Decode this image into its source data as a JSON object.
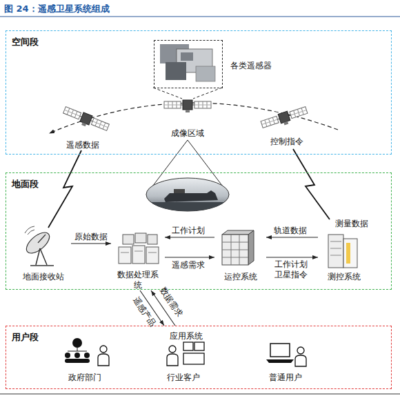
{
  "diagram": {
    "title": "图 24：遥感卫星系统组成",
    "nodes": [
      {
        "text": [
          "空间段"
        ]
      },
      {
        "text": [
          "各类遥感器"
        ],
        "in": 0
      },
      {
        "text": [
          "地面段"
        ]
      },
      {
        "text": [
          "地面接收站"
        ],
        "in": 2
      },
      {
        "text": [
          "数据处理系统"
        ],
        "in": 2
      },
      {
        "text": [
          "运控系统"
        ],
        "in": 2
      },
      {
        "text": [
          "测控系统"
        ],
        "in": 2
      },
      {
        "text": [
          "用户段"
        ]
      },
      {
        "text": [
          "政府部门"
        ],
        "in": 7
      },
      {
        "text": [
          "行业客户"
        ],
        "in": 7
      },
      {
        "text": [
          "普通用户"
        ],
        "in": 7
      }
    ],
    "edges": [
      {
        "from": 3,
        "to": 4,
        "label": "原始数据",
        "arrow": "to"
      },
      {
        "from": 5,
        "to": 4,
        "label": "工作计划",
        "arrow": "to"
      },
      {
        "from": 4,
        "to": 5,
        "label": "遥感需求",
        "arrow": "to"
      },
      {
        "from": 6,
        "to": 5,
        "label": "轨道数据",
        "arrow": "to"
      },
      {
        "from": 5,
        "to": 6,
        "label": "工作计划 卫星指令",
        "arrow": "to"
      },
      {
        "from": 4,
        "to": 7,
        "label": "遥感产品",
        "arrow": "to"
      },
      {
        "from": 7,
        "to": 4,
        "label": "数据需求",
        "arrow": "to"
      }
    ],
    "labels": [
      "遥感数据",
      "成像区域",
      "控制指令",
      "测量数据",
      "应用系统"
    ]
  }
}
